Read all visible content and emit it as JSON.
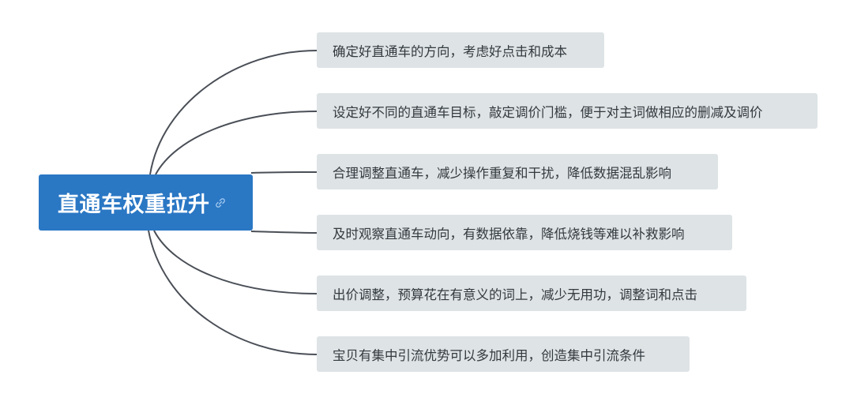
{
  "root": {
    "label": "直通车权重拉升",
    "icon": "link-icon",
    "color": "#2a77c4"
  },
  "branches": [
    {
      "label": "确定好直通车的方向，考虑好点击和成本"
    },
    {
      "label": "设定好不同的直通车目标，敲定调价门槛，便于对主词做相应的删减及调价"
    },
    {
      "label": "合理调整直通车，减少操作重复和干扰，降低数据混乱影响"
    },
    {
      "label": "及时观察直通车动向，有数据依靠，降低烧钱等难以补救影响"
    },
    {
      "label": "出价调整，预算花在有意义的词上，减少无用功，调整词和点击"
    },
    {
      "label": "宝贝有集中引流优势可以多加利用，创造集中引流条件"
    }
  ],
  "colors": {
    "branch_background": "#dee3e5",
    "connector": "#4a4f57"
  }
}
